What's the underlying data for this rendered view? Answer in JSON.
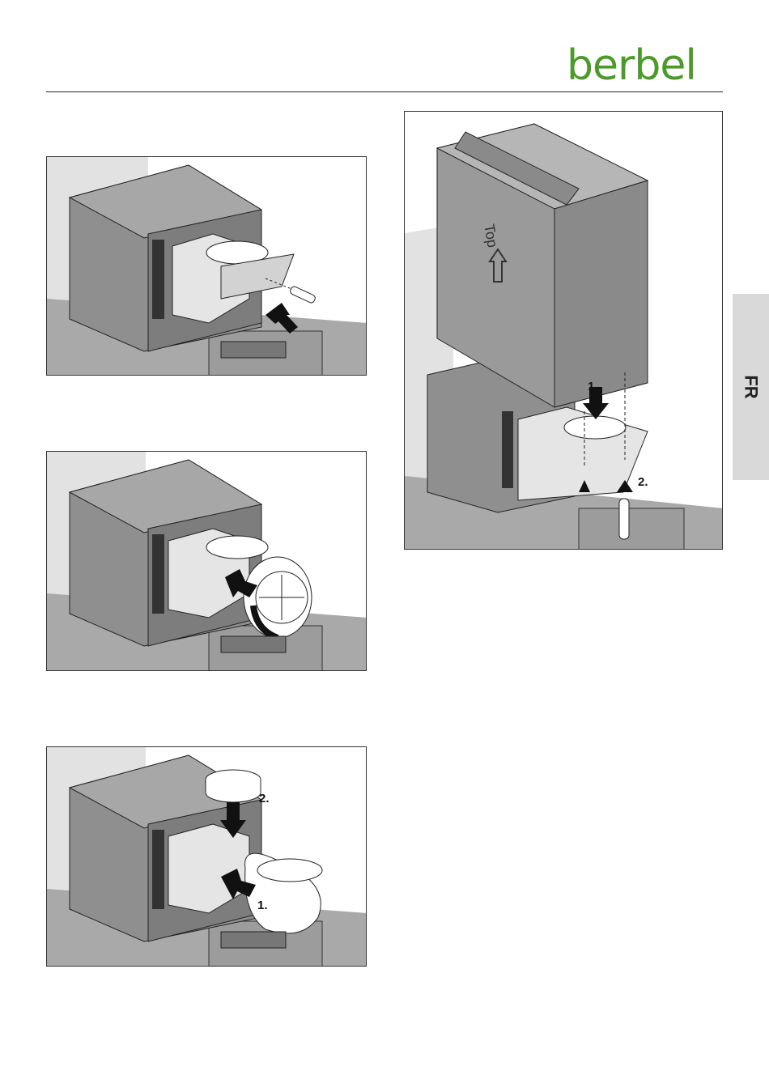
{
  "brand": {
    "logo_text": "berbel",
    "color": "#4c9a2a"
  },
  "language_tab": {
    "label": "FR"
  },
  "figures": [
    {
      "id": "fig-1",
      "labels": []
    },
    {
      "id": "fig-2",
      "labels": []
    },
    {
      "id": "fig-3",
      "labels": [
        "2.",
        "1."
      ]
    },
    {
      "id": "fig-4",
      "labels": [
        "Top",
        "1.",
        "2."
      ]
    }
  ]
}
